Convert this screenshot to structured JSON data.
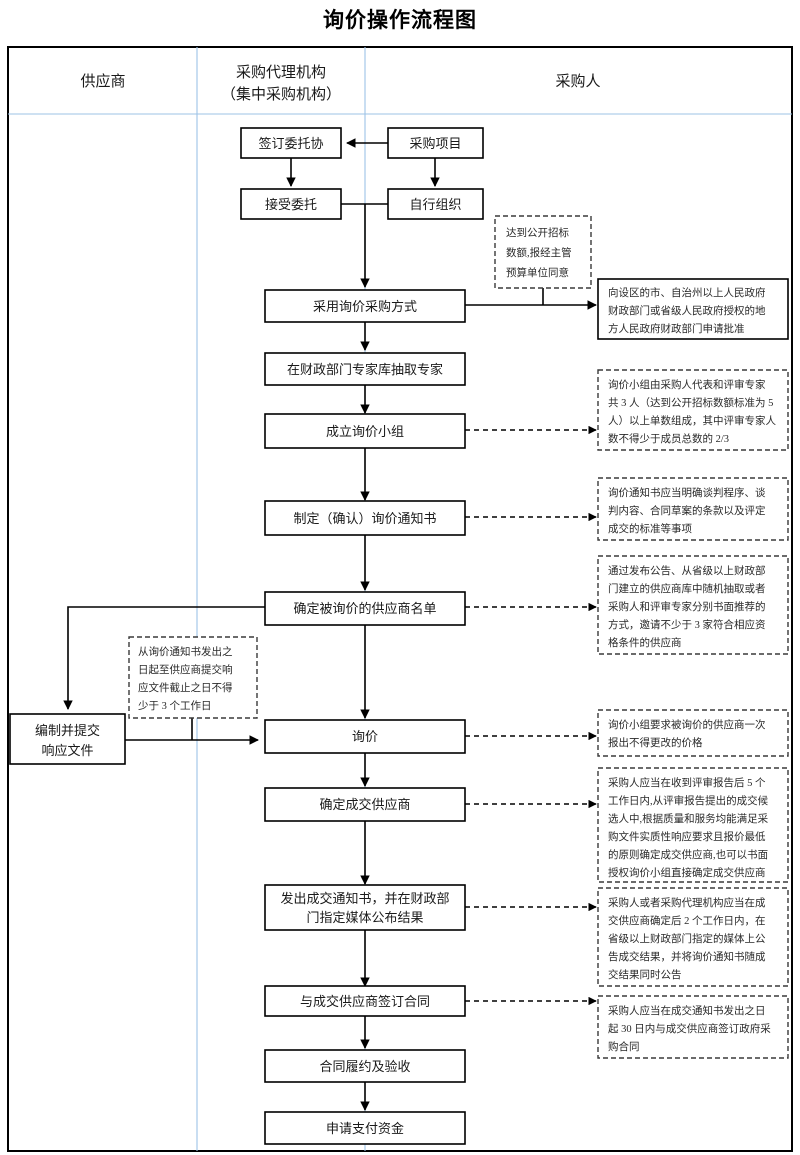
{
  "title": "询价操作流程图",
  "columns": [
    {
      "id": "supplier",
      "label": "供应商"
    },
    {
      "id": "agency",
      "label_line1": "采购代理机构",
      "label_line2": "（集中采购机构）"
    },
    {
      "id": "purchaser",
      "label": "采购人"
    }
  ],
  "nodes": {
    "sign_entrust": {
      "label": "签订委托协"
    },
    "procure_project": {
      "label": "采购项目"
    },
    "accept_entrust": {
      "label": "接受委托"
    },
    "self_organize": {
      "label": "自行组织"
    },
    "adopt_inquiry": {
      "label": "采用询价采购方式"
    },
    "draw_experts": {
      "label": "在财政部门专家库抽取专家"
    },
    "form_group": {
      "label": "成立询价小组"
    },
    "make_notice": {
      "label": "制定（确认）询价通知书"
    },
    "confirm_supplier_list": {
      "label": "确定被询价的供应商名单"
    },
    "prepare_response": {
      "line1": "编制并提交",
      "line2": "响应文件"
    },
    "inquiry": {
      "label": "询价"
    },
    "confirm_winner": {
      "label": "确定成交供应商"
    },
    "issue_notice": {
      "line1": "发出成交通知书，并在财政部",
      "line2": "门指定媒体公布结果"
    },
    "sign_contract": {
      "label": "与成交供应商签订合同"
    },
    "perform_accept": {
      "label": "合同履约及验收"
    },
    "apply_payment": {
      "label": "申请支付资金"
    }
  },
  "notes": {
    "open_tender_threshold": {
      "lines": [
        "达到公开招标",
        "数额,报经主管",
        "预算单位同意"
      ]
    },
    "apply_approval": {
      "lines": [
        "向设区的市、自治州以上人民政府",
        "财政部门或省级人民政府授权的地",
        "方人民政府财政部门申请批准"
      ]
    },
    "group_composition": {
      "lines": [
        "询价小组由采购人代表和评审专家",
        "共 3 人（达到公开招标数额标准为 5",
        "人）以上单数组成，其中评审专家人",
        "数不得少于成员总数的 2/3"
      ]
    },
    "notice_content": {
      "lines": [
        "询价通知书应当明确谈判程序、谈",
        "判内容、合同草案的条款以及评定",
        "成交的标准等事项"
      ]
    },
    "supplier_selection": {
      "lines": [
        "通过发布公告、从省级以上财政部",
        "门建立的供应商库中随机抽取或者",
        "采购人和评审专家分别书面推荐的",
        "方式，邀请不少于 3 家符合相应资",
        "格条件的供应商"
      ]
    },
    "response_deadline": {
      "lines": [
        "从询价通知书发出之",
        "日起至供应商提交响",
        "应文件截止之日不得",
        "少于 3 个工作日"
      ]
    },
    "one_time_quote": {
      "lines": [
        "询价小组要求被询价的供应商一次",
        "报出不得更改的价格"
      ]
    },
    "winner_determination": {
      "lines": [
        "采购人应当在收到评审报告后 5 个",
        "工作日内,从评审报告提出的成交候",
        "选人中,根据质量和服务均能满足采",
        "购文件实质性响应要求且报价最低",
        "的原则确定成交供应商,也可以书面",
        "授权询价小组直接确定成交供应商"
      ]
    },
    "announce_result": {
      "lines": [
        "采购人或者采购代理机构应当在成",
        "交供应商确定后 2 个工作日内，在",
        "省级以上财政部门指定的媒体上公",
        "告成交结果，并将询价通知书随成",
        "交结果同时公告"
      ]
    },
    "contract_deadline": {
      "lines": [
        "采购人应当在成交通知书发出之日",
        "起 30 日内与成交供应商签订政府采",
        "购合同"
      ]
    }
  },
  "colors": {
    "divider": "#9dc3e6",
    "border": "#000000",
    "note_border": "#3a3a3a",
    "background": "#ffffff"
  }
}
